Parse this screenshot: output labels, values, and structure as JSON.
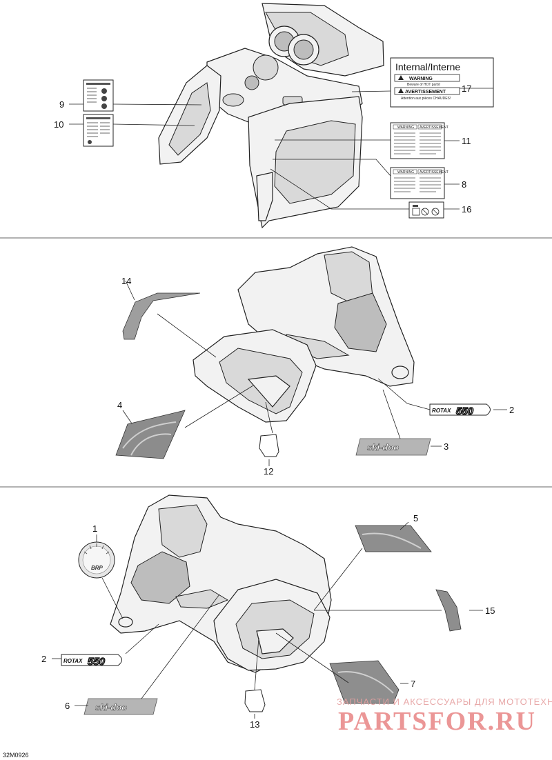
{
  "callouts": {
    "c1": "1",
    "c2a": "2",
    "c2b": "2",
    "c3": "3",
    "c4": "4",
    "c5": "5",
    "c6": "6",
    "c7": "7",
    "c8": "8",
    "c9": "9",
    "c10": "10",
    "c11": "11",
    "c12": "12",
    "c13": "13",
    "c14": "14",
    "c15": "15",
    "c16": "16",
    "c17": "17"
  },
  "decal17": {
    "title": "Internal/Interne",
    "line1": "WARNING",
    "line2": "Beware of HOT parts!",
    "line3": "AVERTISSEMENT",
    "line4": "Attention aux pièces CHAUDES!"
  },
  "decal11": {
    "left_header": "WARNING",
    "right_header": "AVERTISSEMENT"
  },
  "decal8": {
    "left_header": "WARNING",
    "right_header": "AVERTISSEMENT"
  },
  "brand": {
    "rotax_word": "ROTAX",
    "rotax_number": "550",
    "skidoo": "ski-doo",
    "brp": "BRP"
  },
  "watermark": {
    "tagline": "ЗАПЧАСТИ И АКСЕССУАРЫ ДЛЯ МОТОТЕХНИКИ",
    "site": "PARTSFOR.RU"
  },
  "drawing_number": "32M0926"
}
